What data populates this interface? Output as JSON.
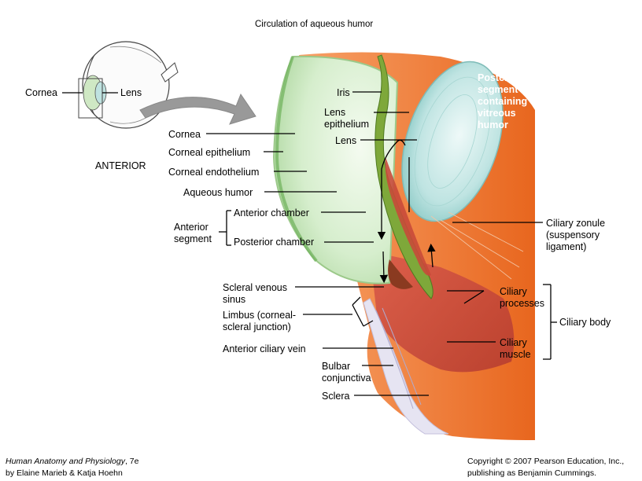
{
  "title": "Circulation of aqueous humor",
  "inset": {
    "cornea": "Cornea",
    "lens": "Lens",
    "anterior": "ANTERIOR"
  },
  "labels": {
    "iris": "Iris",
    "lens_epithelium": "Lens\nepithelium",
    "lens": "Lens",
    "posterior_segment": "Posterior\nsegment\ncontaining\nvitreous\nhumor",
    "cornea": "Cornea",
    "corneal_epithelium": "Corneal epithelium",
    "corneal_endothelium": "Corneal endothelium",
    "aqueous_humor": "Aqueous humor",
    "anterior_segment": "Anterior\nsegment",
    "anterior_chamber": "Anterior chamber",
    "posterior_chamber": "Posterior chamber",
    "ciliary_zonule": "Ciliary zonule\n(suspensory\nligament)",
    "scleral_venous_sinus": "Scleral venous\nsinus",
    "limbus": "Limbus (corneal-\nscleral junction)",
    "anterior_ciliary_vein": "Anterior ciliary vein",
    "ciliary_processes": "Ciliary\nprocesses",
    "ciliary_body": "Ciliary body",
    "ciliary_muscle": "Ciliary\nmuscle",
    "bulbar_conjunctiva": "Bulbar\nconjunctiva",
    "sclera": "Sclera"
  },
  "footer": {
    "book_title": "Human Anatomy and Physiology",
    "edition": ", 7e",
    "authors": "by Elaine Marieb & Katja Hoehn",
    "copyright": "Copyright © 2007 Pearson Education, Inc.,",
    "publisher": "publishing as Benjamin Cummings."
  },
  "colors": {
    "cornea": "#c6e6b8",
    "sclera": "#f07a34",
    "iris": "#7ea83a",
    "lens": "#b8e2e0",
    "muscle": "#c8463a",
    "arrow": "#8a8a8a"
  }
}
